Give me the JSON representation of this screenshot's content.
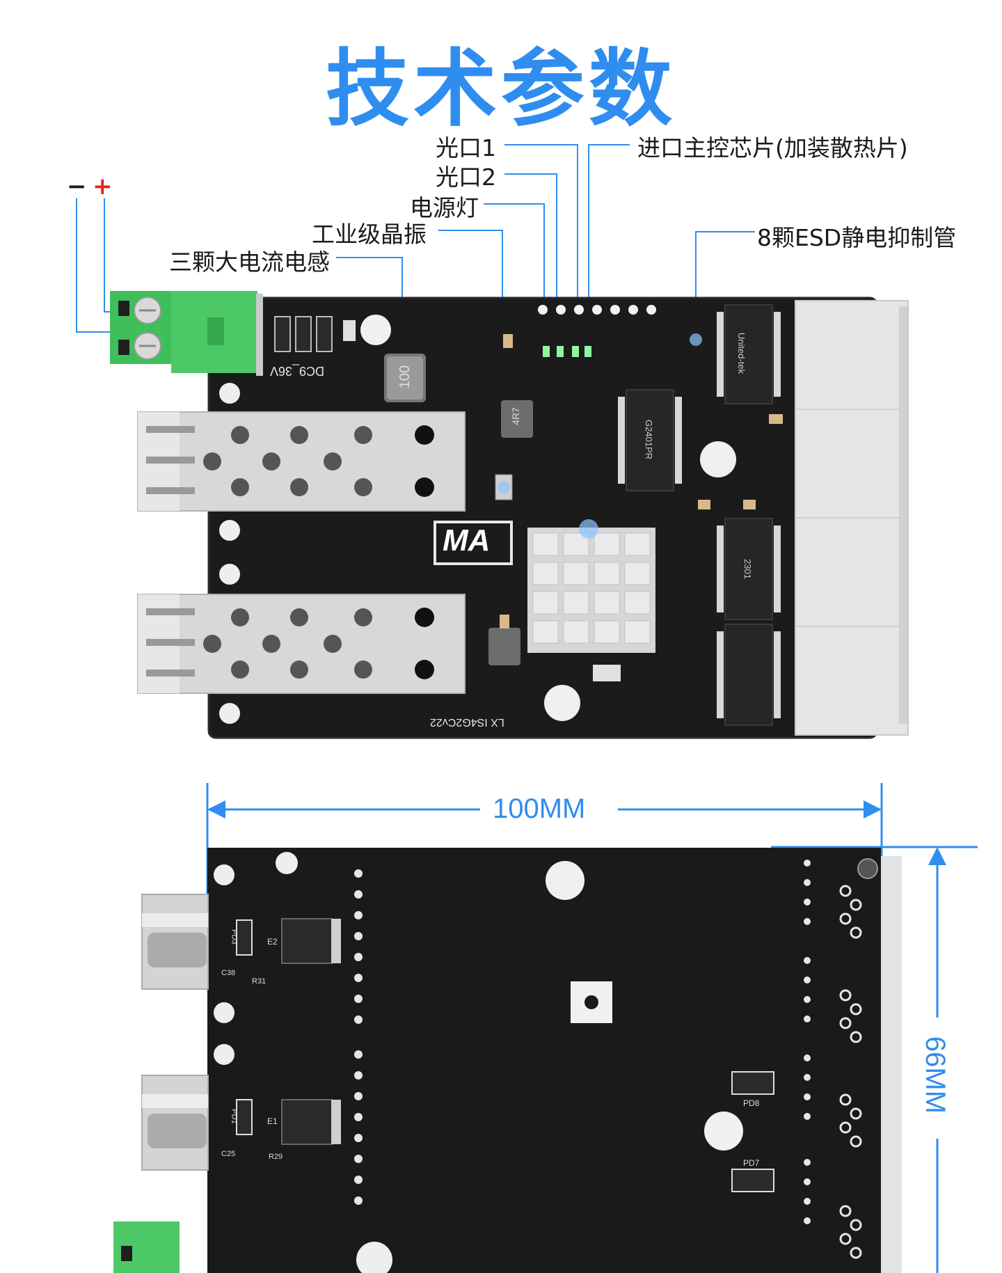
{
  "title": "技术参数",
  "polarity": {
    "minus": "−",
    "plus": "+",
    "plus_color": "#e8231d"
  },
  "accent_color": "#2f8df0",
  "callouts": {
    "optical_port_1": "光口1",
    "optical_port_2": "光口2",
    "power_led": "电源灯",
    "crystal": "工业级晶振",
    "inductors": "三颗大电流电感",
    "main_chip": "进口主控芯片(加装散热片)",
    "esd": "8颗ESD静电抑制管"
  },
  "board_top": {
    "silk_model": "LX IS4G2Cv22",
    "silk_power": "DC9_36V",
    "silk_chip": "G2401PR",
    "silk_brand": "United-tek",
    "silk_code": "2301",
    "inductor_label": "100",
    "small_inductor": "4R7",
    "logo": "MA"
  },
  "board_bottom": {
    "silk_pd8": "PD8",
    "silk_pd7": "PD7",
    "silk_pd3": "PD3",
    "silk_pd1": "PD1",
    "silk_e1": "E1",
    "silk_e2": "E2",
    "silk_r29": "R29",
    "silk_r31": "R31",
    "silk_c25": "C25",
    "silk_c38": "C38"
  },
  "dimensions": {
    "width": "100MM",
    "height": "66MM"
  }
}
